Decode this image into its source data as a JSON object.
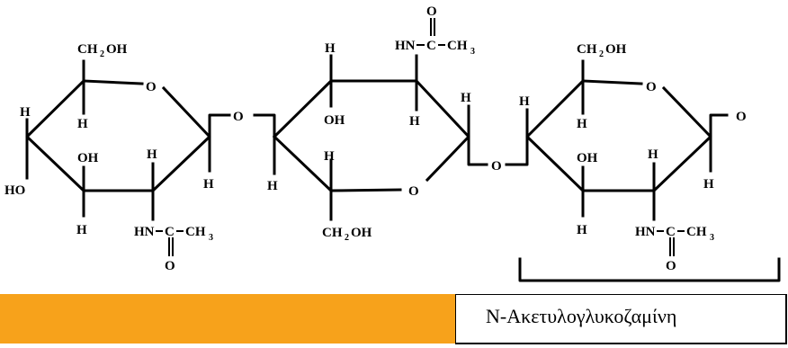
{
  "labels": {
    "ch2oh": "CH",
    "oh_tail": "OH",
    "sub2": "2",
    "o": "O",
    "h": "H",
    "oh": "OH",
    "ho": "HO",
    "hn": "HN",
    "ch": "CH",
    "sub3": "3"
  },
  "caption": "N-Ακετυλογλυκοζαμίνη",
  "colors": {
    "bar": "#f7a21b",
    "ink": "#000000"
  }
}
